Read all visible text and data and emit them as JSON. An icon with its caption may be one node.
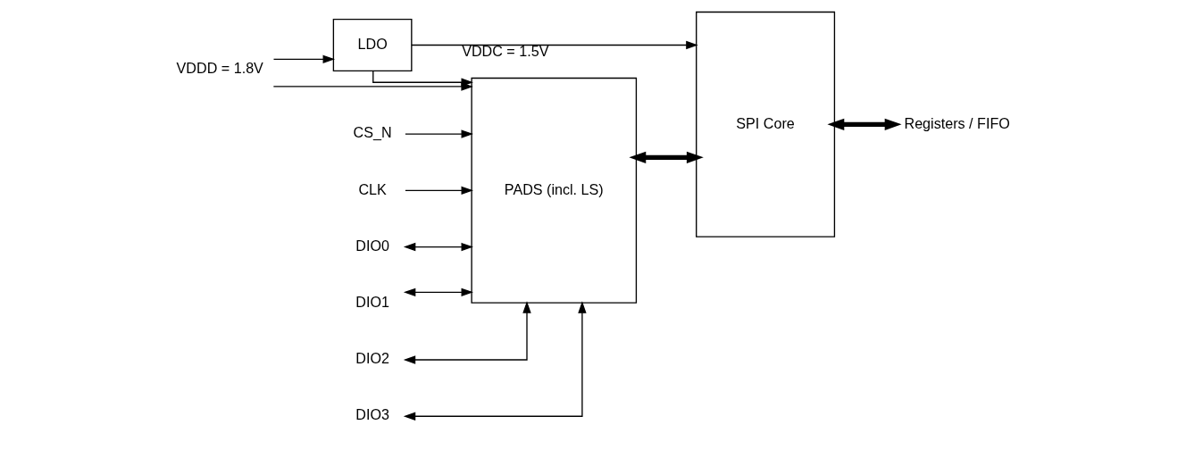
{
  "diagram": {
    "nodes": [
      {
        "text": [
          "VDDD = 1.8V"
        ]
      },
      {
        "text": [
          "LDO"
        ]
      },
      {
        "text": [
          "CS_N"
        ]
      },
      {
        "text": [
          "CLK"
        ]
      },
      {
        "text": [
          "DIO0"
        ]
      },
      {
        "text": [
          "DIO1"
        ]
      },
      {
        "text": [
          "DIO2"
        ]
      },
      {
        "text": [
          "DIO3"
        ]
      },
      {
        "text": [
          "PADS (incl. LS)"
        ]
      },
      {
        "text": [
          "SPI Core"
        ]
      },
      {
        "text": [
          "Registers / FIFO"
        ]
      }
    ],
    "edges": [
      {
        "from": 0,
        "to": 1,
        "arrow": "to"
      },
      {
        "from": 0,
        "to": 8,
        "arrow": "to"
      },
      {
        "from": 1,
        "to": 8,
        "arrow": "to"
      },
      {
        "from": 1,
        "to": 9,
        "arrow": "to",
        "label": "VDDC = 1.5V"
      },
      {
        "from": 2,
        "to": 8,
        "arrow": "to"
      },
      {
        "from": 3,
        "to": 8,
        "arrow": "to"
      },
      {
        "from": 4,
        "to": 8,
        "arrow": "both"
      },
      {
        "from": 5,
        "to": 8,
        "arrow": "both"
      },
      {
        "from": 6,
        "to": 8,
        "arrow": "both"
      },
      {
        "from": 7,
        "to": 8,
        "arrow": "both"
      },
      {
        "from": 8,
        "to": 9,
        "arrow": "both",
        "style": "thick"
      },
      {
        "from": 9,
        "to": 10,
        "arrow": "both",
        "style": "thick"
      }
    ]
  }
}
